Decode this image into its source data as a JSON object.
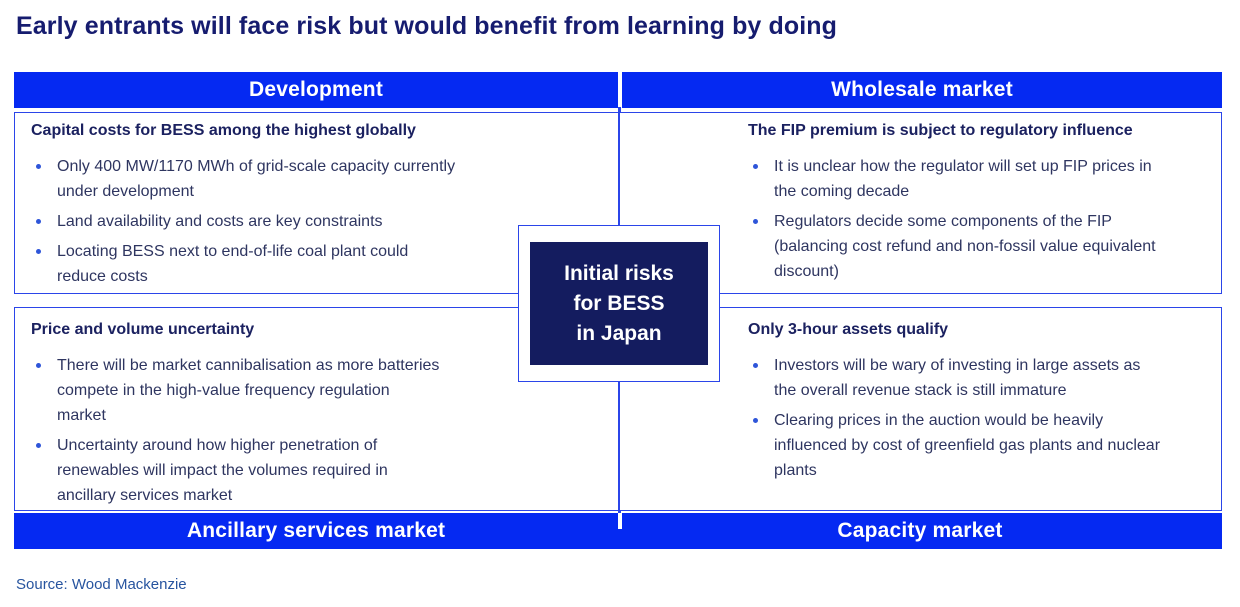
{
  "slide": {
    "title": "Early entrants will face risk but would benefit from learning by doing",
    "source": "Source: Wood Mackenzie"
  },
  "bands": {
    "top_left": "Development",
    "top_right": "Wholesale market",
    "bottom_left": "Ancillary services market",
    "bottom_right": "Capacity market"
  },
  "center": {
    "label": "Initial risks\nfor BESS\nin Japan"
  },
  "quadrants": {
    "development": {
      "heading": "Capital costs for BESS among the highest globally",
      "bullets": [
        "Only 400 MW/1170 MWh of grid-scale capacity currently\nunder development",
        "Land availability and costs are key constraints",
        "Locating BESS next to end-of-life coal plant could\nreduce costs"
      ]
    },
    "wholesale": {
      "heading": "The FIP premium is subject to regulatory influence",
      "bullets": [
        "It is unclear how the regulator will set up FIP prices in\nthe coming decade",
        "Regulators decide some components of the FIP\n(balancing cost refund and non-fossil value equivalent\ndiscount)"
      ]
    },
    "ancillary": {
      "heading": "Price and volume uncertainty",
      "bullets": [
        "There will be market cannibalisation as more batteries\ncompete in the high-value frequency regulation\nmarket",
        "Uncertainty around how higher penetration of\nrenewables will impact the volumes required in\nancillary services market"
      ]
    },
    "capacity": {
      "heading": "Only 3-hour assets qualify",
      "bullets": [
        "Investors will be wary of investing in large assets as\nthe overall revenue stack is still immature",
        "Clearing prices in the auction would be heavily\ninfluenced by cost of greenfield gas plants and nuclear\nplants"
      ]
    }
  },
  "colors": {
    "brand_blue": "#0529F2",
    "border_blue": "#2B45E9",
    "center_navy": "#141C5F",
    "title_navy": "#161C6F",
    "body_text": "#2E3560",
    "bullet_dot": "#2E55D9",
    "source_blue": "#27549F"
  }
}
